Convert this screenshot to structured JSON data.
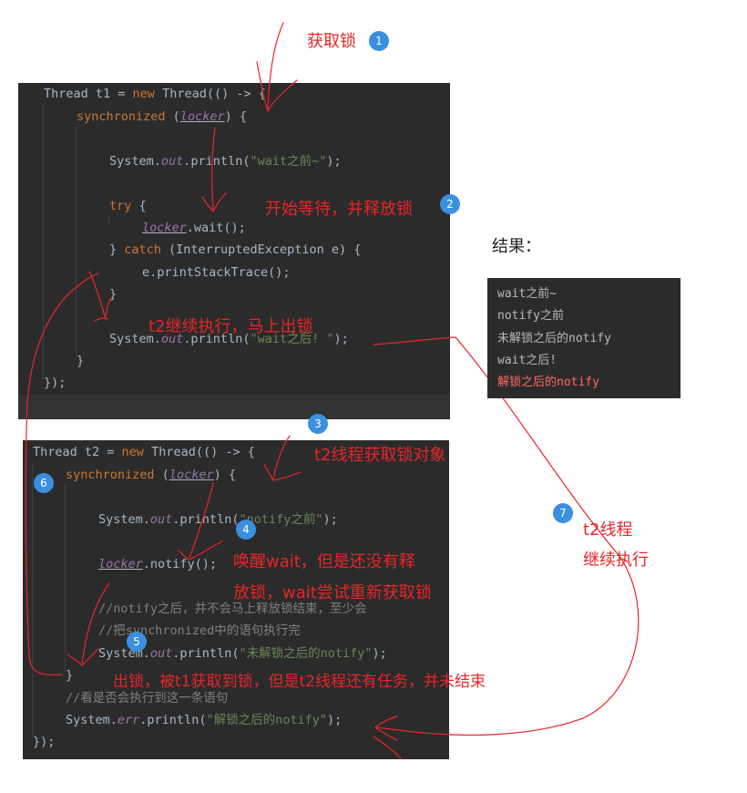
{
  "thread1": {
    "lines": [
      {
        "parts": [
          {
            "t": "Thread t1 = "
          },
          {
            "t": "new ",
            "c": "kw"
          },
          {
            "t": "Thread(() -> {"
          }
        ]
      },
      {
        "parts": [
          {
            "t": "synchronized ",
            "c": "kw"
          },
          {
            "t": "("
          },
          {
            "t": "locker",
            "c": "field ul"
          },
          {
            "t": ") {"
          }
        ]
      },
      {
        "parts": [
          {
            "t": "System."
          },
          {
            "t": "out",
            "c": "field"
          },
          {
            "t": ".println("
          },
          {
            "t": "\"wait之前~\"",
            "c": "str"
          },
          {
            "t": ");"
          }
        ]
      },
      {
        "parts": [
          {
            "t": "try ",
            "c": "kw"
          },
          {
            "t": "{"
          }
        ]
      },
      {
        "parts": [
          {
            "t": "locker",
            "c": "field ul"
          },
          {
            "t": ".wait();"
          }
        ]
      },
      {
        "parts": [
          {
            "t": "} "
          },
          {
            "t": "catch ",
            "c": "kw"
          },
          {
            "t": "(InterruptedException e) {"
          }
        ]
      },
      {
        "parts": [
          {
            "t": "e.printStackTrace();"
          }
        ]
      },
      {
        "parts": [
          {
            "t": "}"
          }
        ]
      },
      {
        "parts": [
          {
            "t": "System."
          },
          {
            "t": "out",
            "c": "field"
          },
          {
            "t": ".println("
          },
          {
            "t": "\"wait之后! \"",
            "c": "str"
          },
          {
            "t": ");"
          }
        ]
      },
      {
        "parts": [
          {
            "t": "}"
          }
        ]
      },
      {
        "parts": [
          {
            "t": "});"
          }
        ]
      }
    ]
  },
  "thread2": {
    "lines": [
      {
        "parts": [
          {
            "t": "Thread t2 = "
          },
          {
            "t": "new ",
            "c": "kw"
          },
          {
            "t": "Thread(() -> {"
          }
        ]
      },
      {
        "parts": [
          {
            "t": "synchronized ",
            "c": "kw"
          },
          {
            "t": "("
          },
          {
            "t": "locker",
            "c": "field ul"
          },
          {
            "t": ") {"
          }
        ]
      },
      {
        "parts": [
          {
            "t": "System."
          },
          {
            "t": "out",
            "c": "field"
          },
          {
            "t": ".println("
          },
          {
            "t": "\"notify之前\"",
            "c": "str"
          },
          {
            "t": ");"
          }
        ]
      },
      {
        "parts": [
          {
            "t": "locker",
            "c": "field ul"
          },
          {
            "t": ".notify();"
          }
        ]
      },
      {
        "parts": [
          {
            "t": "//notify之后，并不会马上释放锁结束，至少会",
            "c": "cmt"
          }
        ]
      },
      {
        "parts": [
          {
            "t": "//把synchronized中的语句执行完",
            "c": "cmt"
          }
        ]
      },
      {
        "parts": [
          {
            "t": "System."
          },
          {
            "t": "out",
            "c": "field"
          },
          {
            "t": ".println("
          },
          {
            "t": "\"未解锁之后的notify\"",
            "c": "str"
          },
          {
            "t": ");"
          }
        ]
      },
      {
        "parts": [
          {
            "t": "}"
          }
        ]
      },
      {
        "parts": [
          {
            "t": "//看是否会执行到这一条语句",
            "c": "cmt"
          }
        ]
      },
      {
        "parts": [
          {
            "t": "System."
          },
          {
            "t": "err",
            "c": "err"
          },
          {
            "t": ".println("
          },
          {
            "t": "\"解锁之后的notify\"",
            "c": "str"
          },
          {
            "t": ");"
          }
        ]
      },
      {
        "parts": [
          {
            "t": "});"
          }
        ]
      }
    ]
  },
  "annotations": {
    "a1": "获取锁",
    "a2": "开始等待，并释放锁",
    "a3": "t2线程获取锁对象",
    "a4_line1": "唤醒wait，但是还没有释",
    "a4_line2": "放锁，wait尝试重新获取锁",
    "a5": "出锁，被t1获取到锁，但是t2线程还有任务，并未结束",
    "a6": "t2继续执行，马上出锁",
    "a7_line1": "t2线程",
    "a7_line2": "继续执行"
  },
  "badges": [
    "1",
    "2",
    "3",
    "4",
    "5",
    "6",
    "7"
  ],
  "result": {
    "title": "结果：",
    "output": [
      {
        "text": "wait之前~",
        "stream": "stdout"
      },
      {
        "text": "notify之前",
        "stream": "stdout"
      },
      {
        "text": "未解锁之后的notify",
        "stream": "stdout"
      },
      {
        "text": "wait之后!",
        "stream": "stdout"
      },
      {
        "text": "解锁之后的notify",
        "stream": "stderr"
      }
    ]
  },
  "colors": {
    "code_bg": "#2b2b2b",
    "annotation_red": "#e8262a",
    "badge_blue": "#3b8fdf",
    "keyword": "#cc7832",
    "string": "#6a8759",
    "field": "#9876aa",
    "comment": "#808080"
  }
}
